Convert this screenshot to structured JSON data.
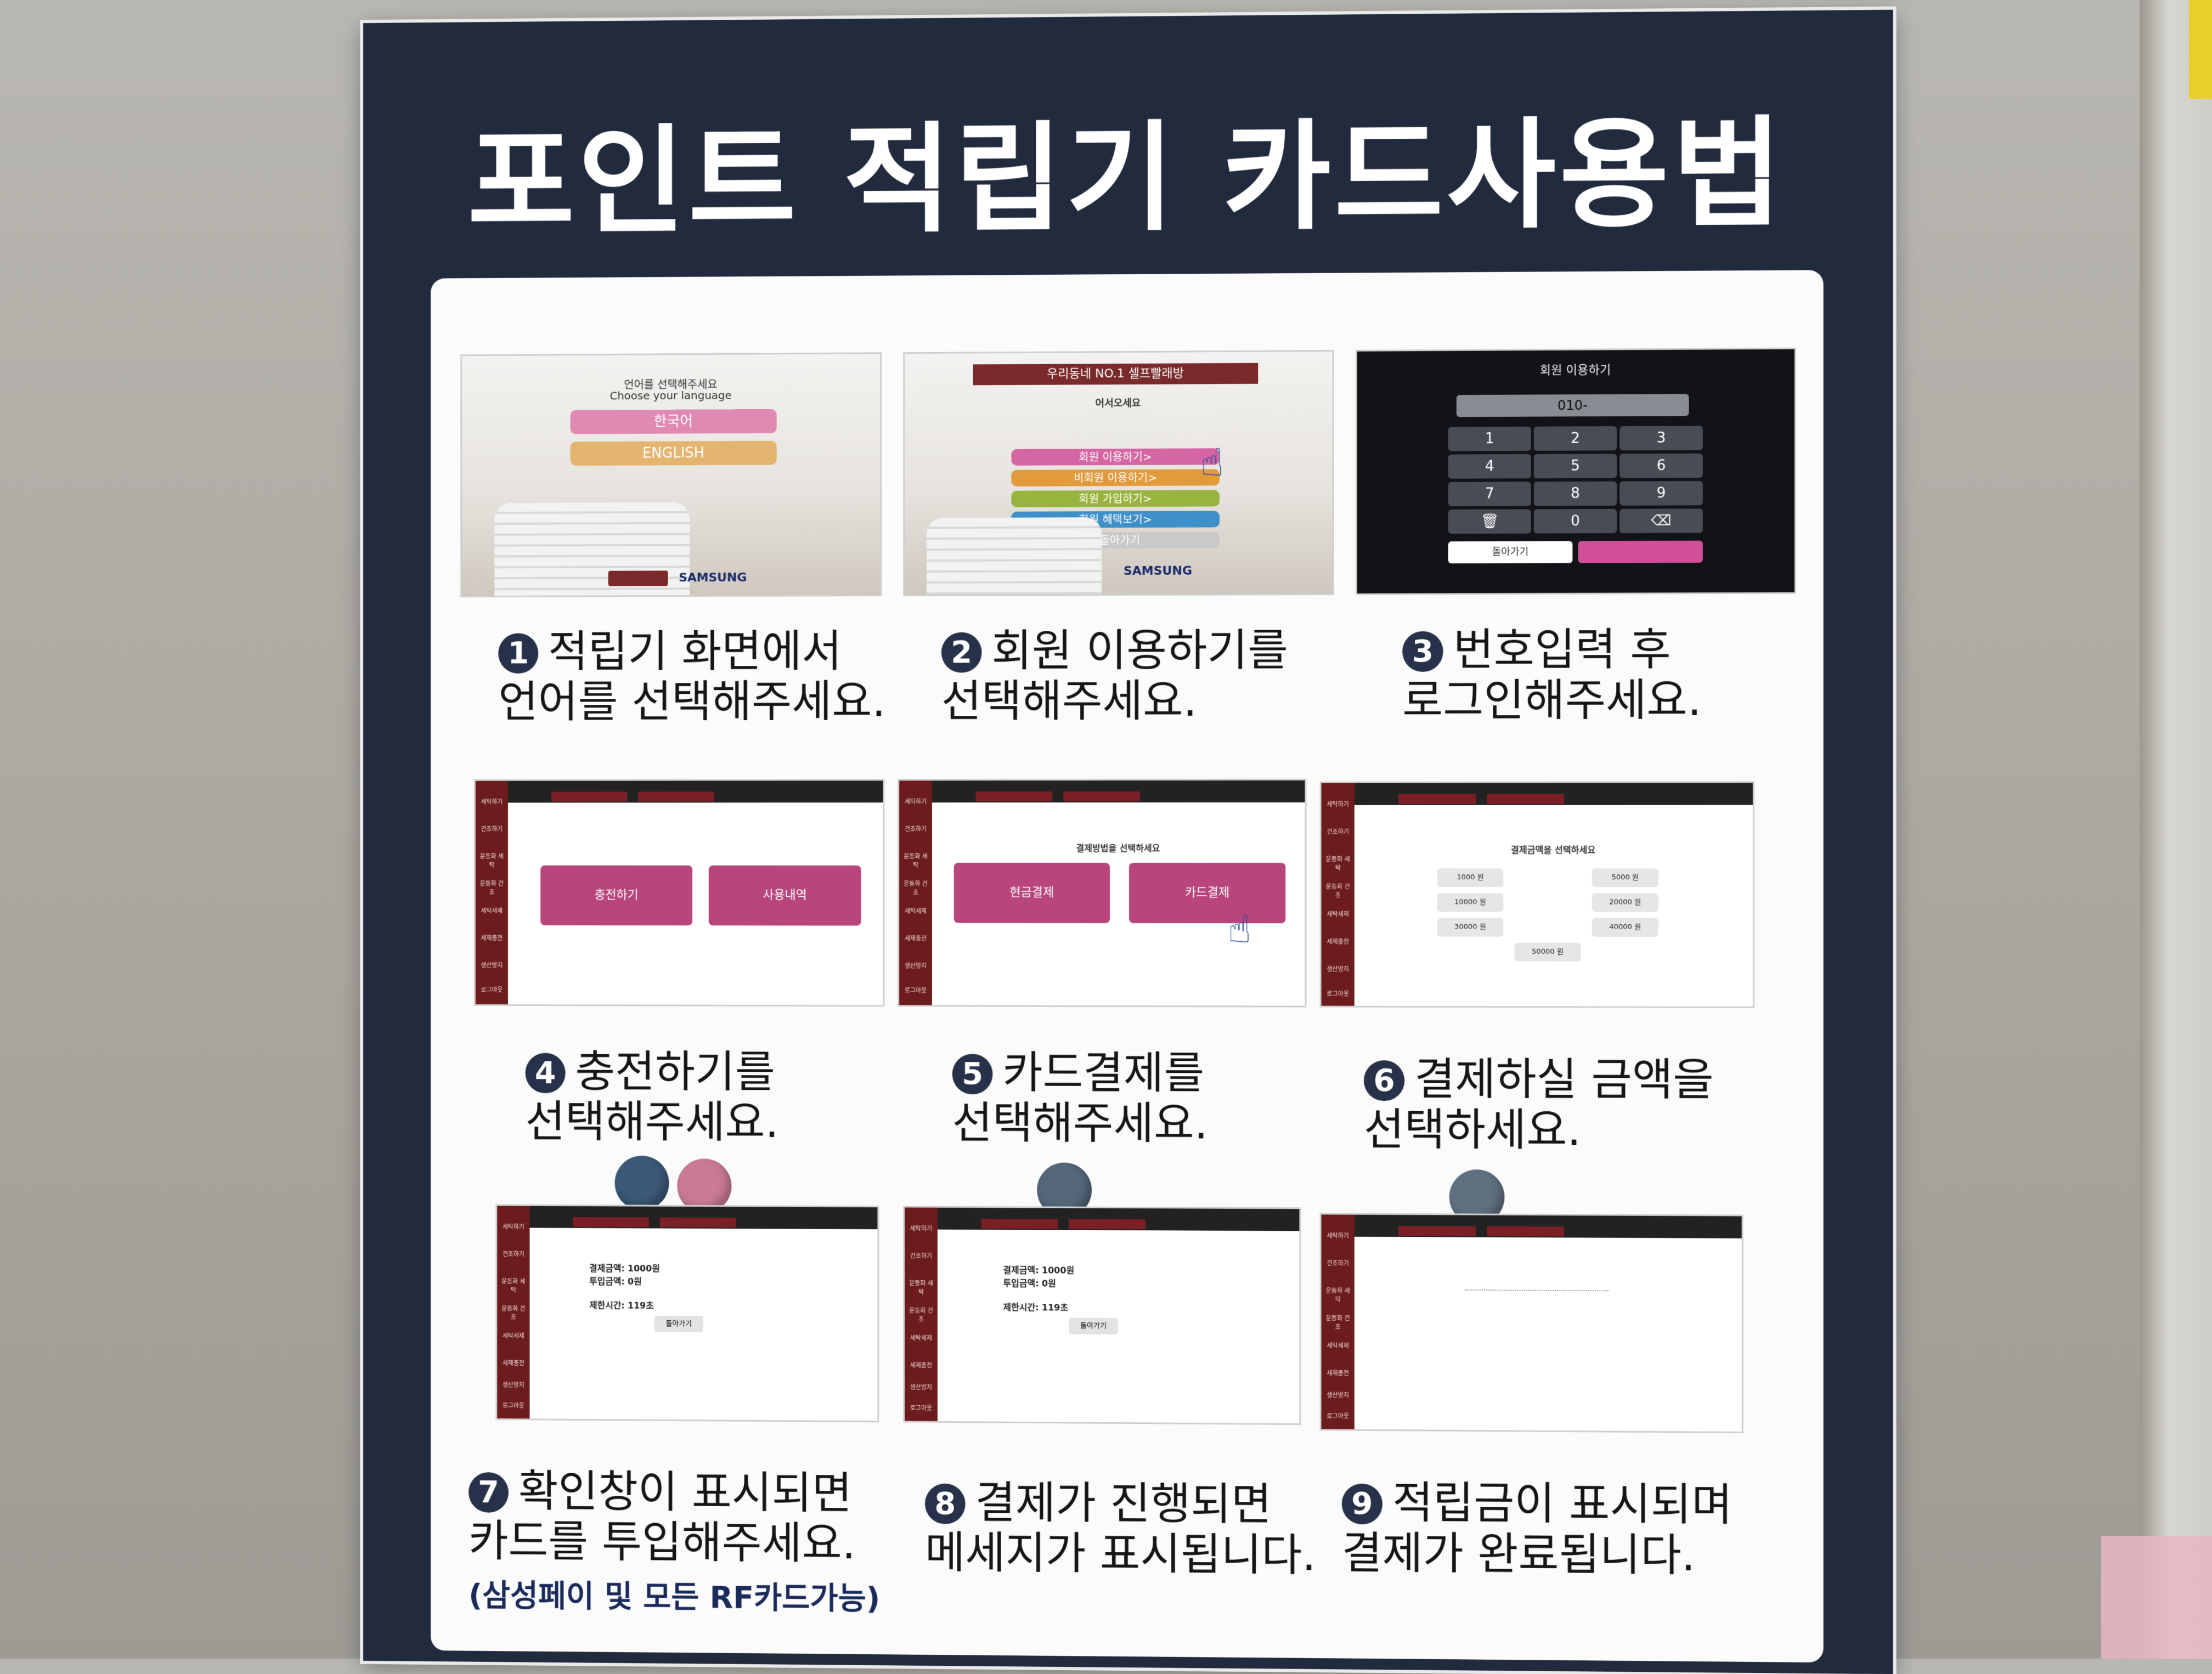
{
  "poster": {
    "title": "포인트 적립기 카드사용법"
  },
  "steps": [
    {
      "num": "1",
      "line1": "적립기 화면에서",
      "line2": "언어를 선택해주세요."
    },
    {
      "num": "2",
      "line1": "회원 이용하기를",
      "line2": "선택해주세요."
    },
    {
      "num": "3",
      "line1": "번호입력 후",
      "line2": "로그인해주세요."
    },
    {
      "num": "4",
      "line1": "충전하기를",
      "line2": "선택해주세요."
    },
    {
      "num": "5",
      "line1": "카드결제를",
      "line2": "선택해주세요."
    },
    {
      "num": "6",
      "line1": "결제하실 금액을",
      "line2": "선택하세요."
    },
    {
      "num": "7",
      "line1": "확인창이 표시되면",
      "line2": "카드를 투입해주세요.",
      "line3": "(삼성페이 및 모든 RF카드가능)"
    },
    {
      "num": "8",
      "line1": "결제가 진행되면",
      "line2": "메세지가 표시됩니다."
    },
    {
      "num": "9",
      "line1": "적립금이 표시되며",
      "line2": "결제가 완료됩니다."
    }
  ],
  "screen1": {
    "prompt_ko": "언어를 선택해주세요",
    "prompt_en": "Choose your language",
    "btn_korean": "한국어",
    "btn_english": "ENGLISH",
    "brand": "SAMSUNG"
  },
  "screen2": {
    "banner": "우리동네 NO.1 셀프빨래방",
    "welcome": "어서오세요",
    "options": [
      "회원 이용하기>",
      "비회원 이용하기>",
      "회원 가입하기>",
      "회원 혜택보기>",
      "<돌아가기"
    ],
    "brand": "SAMSUNG"
  },
  "screen3": {
    "title": "회원 이용하기",
    "phone": "010-",
    "keys": [
      "1",
      "2",
      "3",
      "4",
      "5",
      "6",
      "7",
      "8",
      "9",
      "",
      "0",
      ""
    ],
    "back": "돌아가기"
  },
  "screen4": {
    "charge": "충전하기",
    "history": "사용내역"
  },
  "screen5": {
    "title": "결제방법을 선택하세요",
    "cash": "현금결제",
    "card": "카드결제"
  },
  "screen6": {
    "title": "결제금액을 선택하세요",
    "amounts": [
      "1000 원",
      "5000 원",
      "10000 원",
      "20000 원",
      "30000 원",
      "40000 원",
      "50000 원"
    ]
  },
  "screen7": {
    "pay": "결제금액: 1000원",
    "inserted": "투입금액: 0원",
    "limit": "제한시간: 119초",
    "back": "돌아가기"
  },
  "screen8": {
    "pay": "결제금액: 1000원",
    "inserted": "투입금액: 0원",
    "limit": "제한시간: 119초",
    "back": "돌아가기"
  },
  "sidebar_labels": [
    "세탁하기",
    "건조하기",
    "운동화 세탁",
    "운동화 건조",
    "세탁세제",
    "세제충전",
    "생산방지",
    "로그아웃"
  ],
  "colors": {
    "poster_bg": "#222a3e",
    "pink": "#b8457b",
    "navy_magnet": "#3b5876",
    "pink_magnet": "#c97a94",
    "gray_magnet": "#53667a"
  }
}
